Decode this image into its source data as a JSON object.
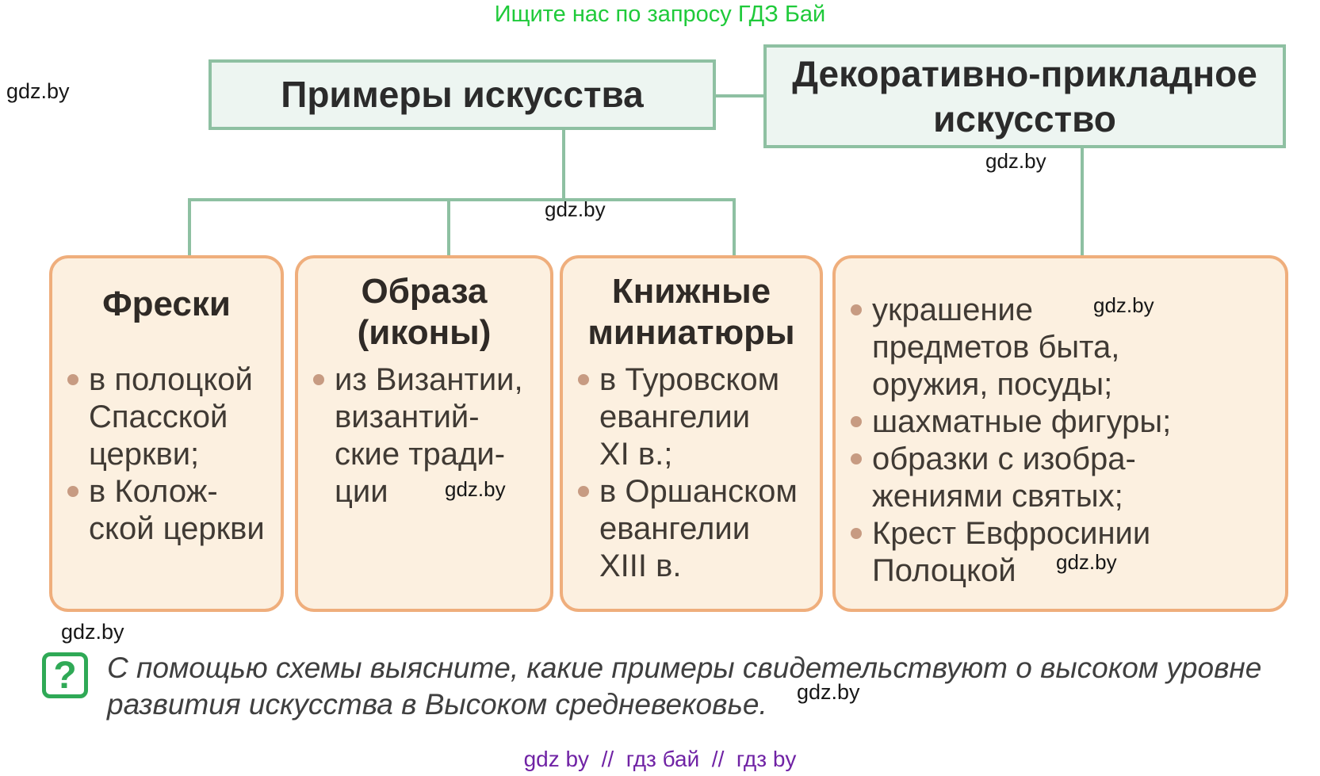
{
  "colors": {
    "mint_fill": "#edf5f1",
    "mint_border": "#8ec0a2",
    "peach_fill": "#fcf0e0",
    "peach_border": "#efae7c",
    "bullet_dot": "#c79b82",
    "promo_green": "#1fca3a",
    "question_green": "#2fa956",
    "footer_purple": "#7023a5",
    "text_dark": "#343434"
  },
  "promo": {
    "text": "Ищите нас по запросу ГДЗ Бай"
  },
  "watermarks": {
    "left": "gdz.by",
    "under_right_root": "gdz.by",
    "center": "gdz.by",
    "under_box1": "gdz.by",
    "after_question": "gdz.by"
  },
  "tree": {
    "left_root": {
      "title": "Примеры искусства"
    },
    "right_root": {
      "title": "Декоративно-прикладное\nискусство"
    }
  },
  "boxes": [
    {
      "title": "Фрески",
      "bullets": [
        "в полоцкой\nСпасской\nцеркви;",
        "в Колож-\nской церкви"
      ]
    },
    {
      "title": "Образа\n(иконы)",
      "bullets": [
        "из Византии,\nвизантий-\nские тради-\nции"
      ],
      "watermark": "gdz.by"
    },
    {
      "title": "Книжные\nминиатюры",
      "bullets": [
        "в Туровском\nевангелии\nXI в.;",
        "в Оршанском\nевангелии\nXIII в."
      ]
    },
    {
      "title": "",
      "bullets": [
        "украшение\nпредметов быта,\nоружия, посуды;",
        "шахматные фигуры;",
        "образки с изобра-\nжениями святых;",
        "Крест Евфросинии\nПолоцкой"
      ],
      "watermark_top": "gdz.by",
      "watermark_bottom": "gdz.by"
    }
  ],
  "question": {
    "icon": "?",
    "line1": "С помощью схемы выясните, какие примеры свидетельствуют о высоком уровне",
    "line2": "развития искусства в Высоком средневековье."
  },
  "footer": {
    "site_line": "gdz by  //  гдз бай  //  гдз by"
  }
}
